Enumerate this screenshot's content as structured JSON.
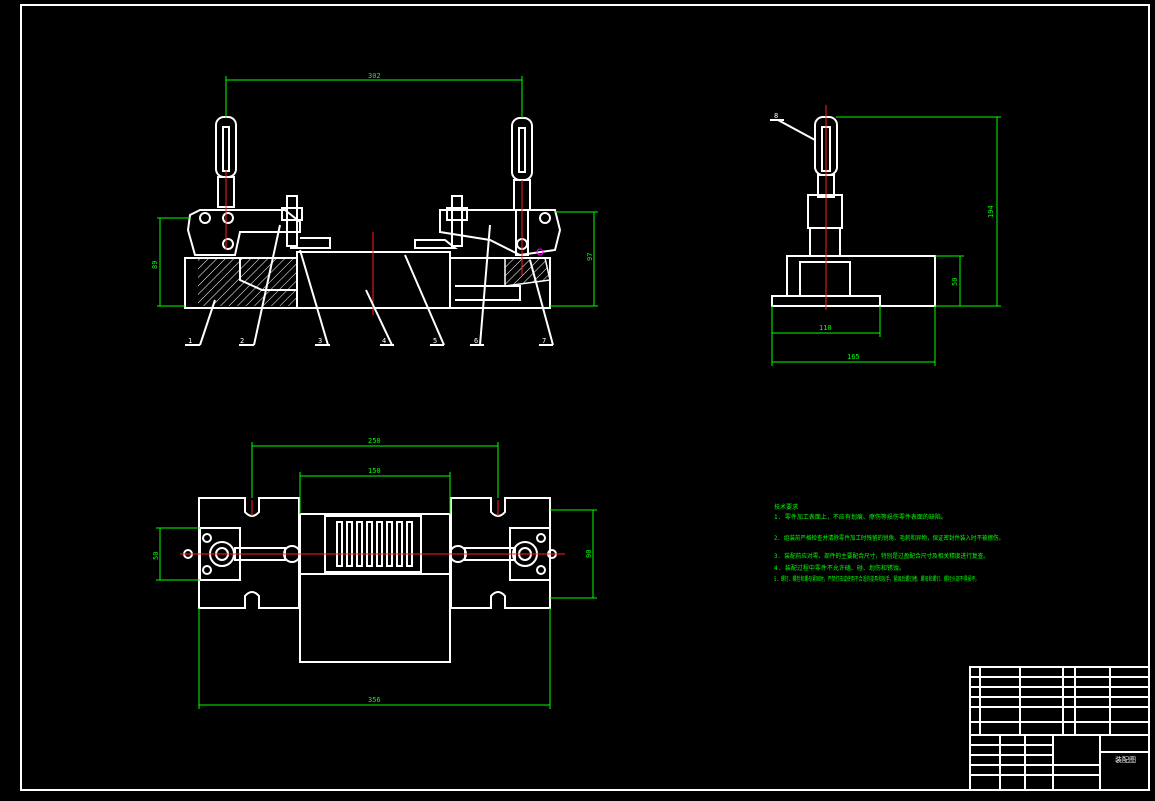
{
  "drawing": {
    "front_view": {
      "overall_width": "302",
      "left_height": "89",
      "right_height": "97",
      "part_labels": [
        "1",
        "2",
        "3",
        "4",
        "5",
        "6",
        "7"
      ]
    },
    "side_view": {
      "part_label": "8",
      "overall_height": "194",
      "base_height": "50",
      "inner_width": "110",
      "overall_width": "165"
    },
    "top_view": {
      "span_outer": "250",
      "span_inner": "150",
      "left_height": "50",
      "right_height": "90",
      "overall_width": "356"
    },
    "notes": {
      "title": "技术要求",
      "lines": [
        "1. 零件加工表面上，不应有划痕、擦伤等损伤零件表面的缺陷。",
        "2. 组装前严格检查并清除零件加工时残留的锐角、毛刺和异物，保证密封件装入时不被擦伤。",
        "3. 装配前应对零、部件的主要配合尺寸，特别是过盈配合尺寸及相关精度进行复查。",
        "4. 装配过程中零件不允许磕、碰、划伤和锈蚀。",
        "5. 螺钉、螺栓和螺母紧固时，严禁打击或使用不合适的旋具和扳手，紧固后螺钉槽、螺母和螺钉、螺栓头部不得损坏。"
      ]
    },
    "title_block": {
      "name": "装配图"
    }
  },
  "colors": {
    "background": "#000000",
    "outline": "#ffffff",
    "dimension": "#00ff00",
    "centerline": "#ff2020",
    "hidden": "#ff00ff"
  }
}
